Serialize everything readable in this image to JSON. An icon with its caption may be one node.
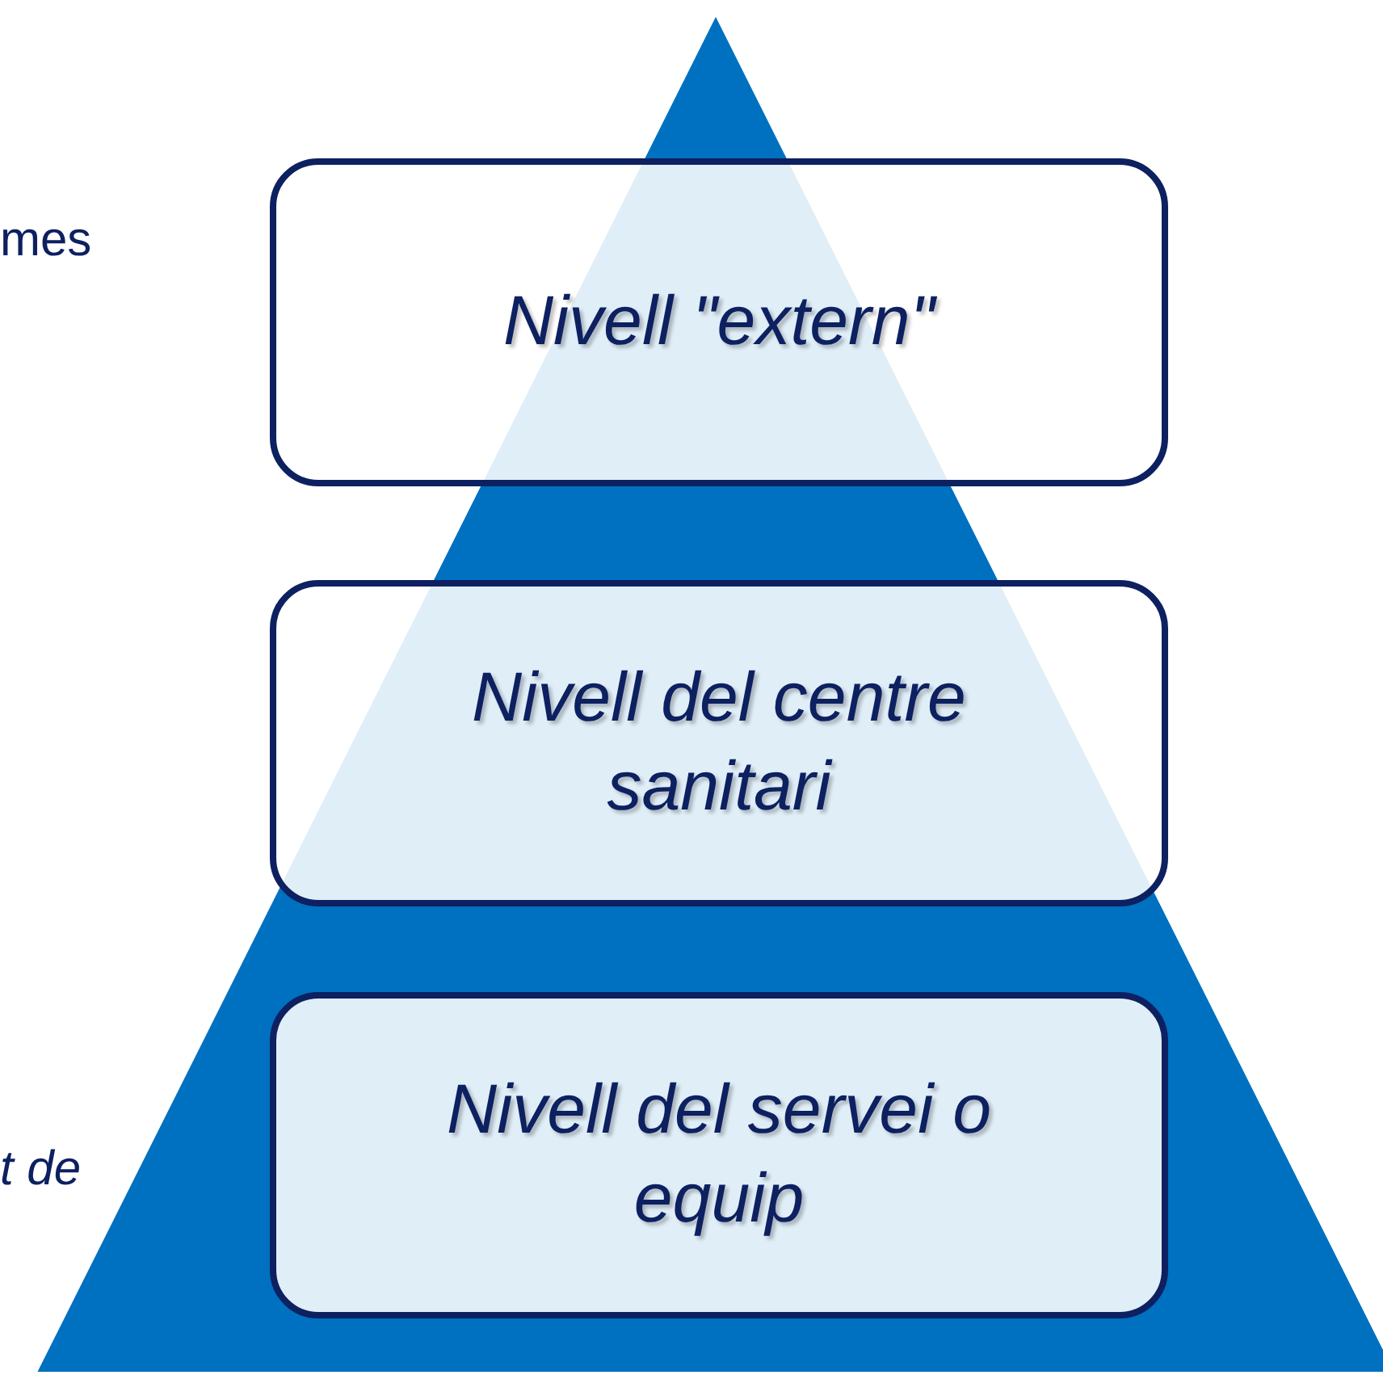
{
  "diagram": {
    "nodes": [
      {
        "text": [
          "Nivell \"extern\""
        ]
      },
      {
        "text": [
          "Nivell del centre sanitari"
        ]
      },
      {
        "text": [
          "Nivell del servei o equip"
        ]
      }
    ],
    "labels": [
      "mes",
      "t de"
    ]
  }
}
